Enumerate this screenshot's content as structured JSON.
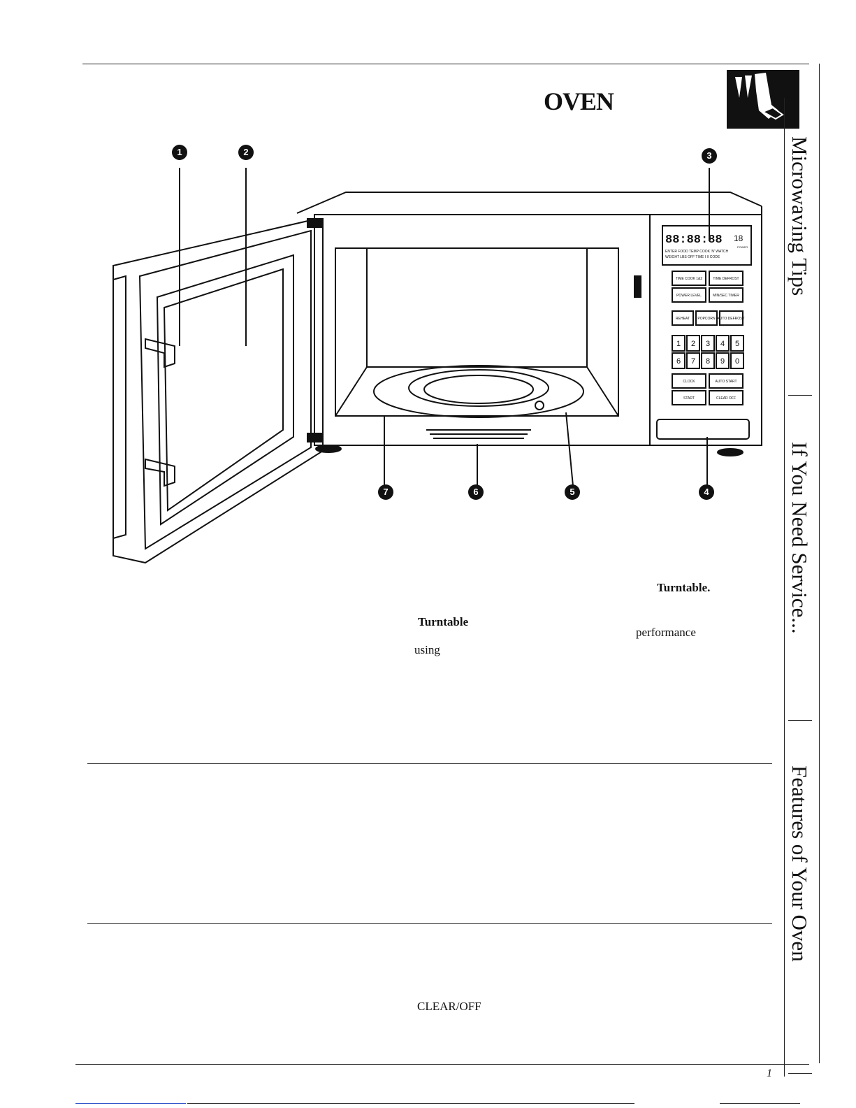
{
  "page": {
    "title": "OVEN",
    "page_number": "1"
  },
  "callouts": [
    "1",
    "2",
    "3",
    "4",
    "5",
    "6",
    "7"
  ],
  "body_fragments": {
    "turntable_bold_1": "Turntable.",
    "turntable_bold_2": "Turntable",
    "performance": "performance",
    "using": "using",
    "clear_off": "CLEAR/OFF"
  },
  "control_panel": {
    "display_digits": "88:88:88",
    "display_small": "18",
    "display_labels_top": [
      "ENTER",
      "FOOD",
      "TEMP",
      "COOK",
      "'N'",
      "WATCH"
    ],
    "display_labels_bottom": [
      "WEIGHT",
      "LBS",
      "OFF",
      "TIME",
      "I",
      "II",
      "CODE"
    ],
    "display_power": "POWER",
    "buttons": [
      [
        "TIME COOK 1 & 2",
        "TIME DEFROST"
      ],
      [
        "POWER LEVEL",
        "MIN/SEC TIMER"
      ],
      [
        "REHEAT",
        "POPCORN",
        "AUTO DEFROST"
      ],
      [
        "1",
        "2",
        "3",
        "4",
        "5"
      ],
      [
        "6",
        "7",
        "8",
        "9",
        "0"
      ],
      [
        "CLOCK",
        "AUTO START"
      ],
      [
        "START",
        "CLEAR OFF"
      ]
    ]
  },
  "side_tabs": [
    "Microwaving Tips",
    "If You Need Service...",
    "Features of Your Oven"
  ],
  "colors": {
    "ink": "#111111",
    "link_line": "#3355cc"
  }
}
